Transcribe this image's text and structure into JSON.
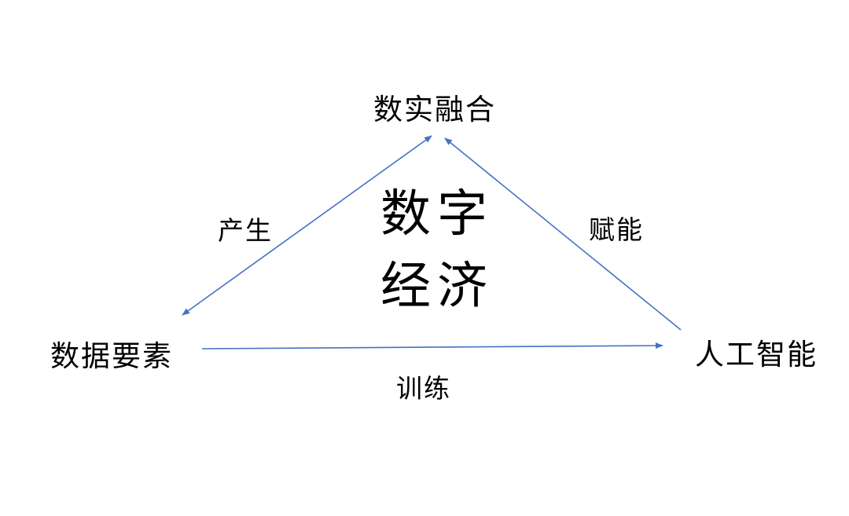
{
  "colors": {
    "arrow": "#4472C4",
    "text": "#000000",
    "background": "#ffffff"
  },
  "diagram": {
    "title_center": {
      "line1": "数字",
      "line2": "经济"
    },
    "nodes": {
      "top": "数实融合",
      "bottom_left": "数据要素",
      "bottom_right": "人工智能"
    },
    "edge_labels": {
      "left": "产生",
      "right": "赋能",
      "bottom": "训练"
    }
  }
}
